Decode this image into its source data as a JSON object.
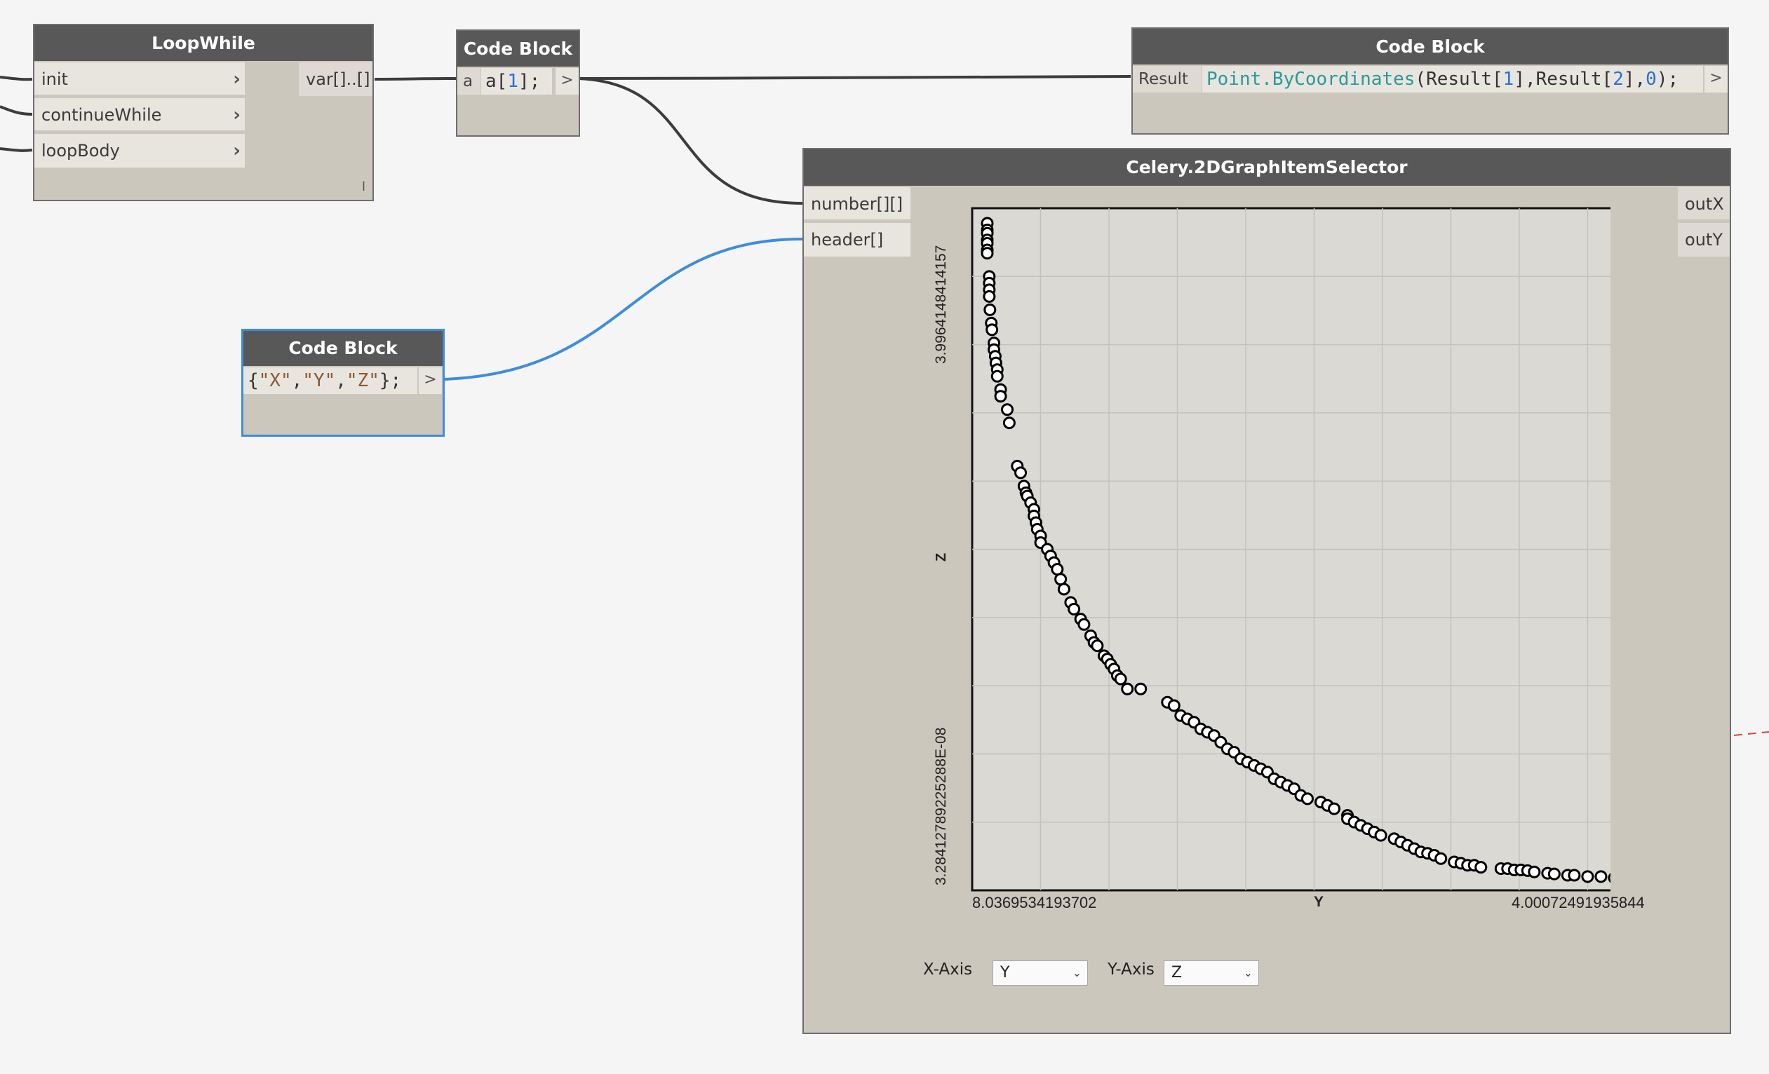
{
  "nodes": {
    "loopwhile": {
      "title": "LoopWhile",
      "inputs": [
        "init",
        "continueWhile",
        "loopBody"
      ],
      "output": "var[]..[]",
      "footer_mark": "l"
    },
    "code_a1": {
      "title": "Code Block",
      "input": "a",
      "code_prefix": "a[",
      "code_num": "1",
      "code_suffix": "];",
      "output": ">"
    },
    "code_point": {
      "title": "Code Block",
      "input": "Result",
      "code_kw": "Point.ByCoordinates",
      "code_p1": "(Result[",
      "code_n1": "1",
      "code_p2": "],Result[",
      "code_n2": "2",
      "code_p3": "],",
      "code_n3": "0",
      "code_p4": ");",
      "output": ">"
    },
    "code_xyz": {
      "title": "Code Block",
      "code_open": "{",
      "code_s1": "\"X\"",
      "code_c1": ",",
      "code_s2": "\"Y\"",
      "code_c2": ",",
      "code_s3": "\"Z\"",
      "code_close": "};",
      "output": ">"
    },
    "graph": {
      "title": "Celery.2DGraphItemSelector",
      "inputs": [
        "number[][]",
        "header[]"
      ],
      "outputs": [
        "outX",
        "outY"
      ],
      "x_axis_label": "X-Axis",
      "y_axis_label": "Y-Axis",
      "x_axis_value": "Y",
      "y_axis_value": "Z"
    }
  },
  "chart_data": {
    "type": "scatter",
    "xlabel": "Y",
    "ylabel": "Z",
    "x_min_label": "8.0369534193702",
    "x_max_label": "4.00072491935844",
    "y_max_label": "3.9964148414157",
    "y_min_label": "3.28412789225288E-08",
    "xlim": [
      0,
      100
    ],
    "ylim": [
      0,
      100
    ],
    "grid": true,
    "highlight_color": "#f5a300",
    "points": [
      [
        1,
        99
      ],
      [
        1,
        98
      ],
      [
        1,
        97.5
      ],
      [
        1,
        96.5
      ],
      [
        1,
        96
      ],
      [
        1,
        95
      ],
      [
        1,
        94.5
      ],
      [
        1.3,
        91
      ],
      [
        1.3,
        90
      ],
      [
        1.3,
        89
      ],
      [
        1.3,
        88
      ],
      [
        1.4,
        86
      ],
      [
        1.6,
        84
      ],
      [
        1.7,
        83
      ],
      [
        2,
        81
      ],
      [
        2,
        80
      ],
      [
        2.2,
        79
      ],
      [
        2.3,
        78
      ],
      [
        2.5,
        77
      ],
      [
        2.5,
        76
      ],
      [
        3,
        74
      ],
      [
        3,
        73
      ],
      [
        4,
        71
      ],
      [
        4.3,
        69
      ],
      [
        5.5,
        62.5
      ],
      [
        6,
        61.5
      ],
      [
        6.5,
        59.5
      ],
      [
        6.8,
        58.5
      ],
      [
        7,
        58
      ],
      [
        7.5,
        57
      ],
      [
        8,
        56
      ],
      [
        8,
        55
      ],
      [
        8.3,
        54
      ],
      [
        8.5,
        53
      ],
      [
        9,
        52
      ],
      [
        9,
        51
      ],
      [
        10,
        50
      ],
      [
        10.5,
        49
      ],
      [
        11,
        48
      ],
      [
        11.5,
        47
      ],
      [
        12,
        45.5
      ],
      [
        12.5,
        44
      ],
      [
        13.5,
        42
      ],
      [
        14,
        41
      ],
      [
        15,
        39.5
      ],
      [
        15.5,
        38.7
      ],
      [
        16.5,
        37
      ],
      [
        17,
        36
      ],
      [
        17.5,
        35.5
      ],
      [
        18.5,
        34
      ],
      [
        19,
        33.5
      ],
      [
        19.5,
        32.7
      ],
      [
        20,
        32
      ],
      [
        20.5,
        31
      ],
      [
        21,
        30.5
      ],
      [
        22,
        29
      ],
      [
        24,
        29
      ],
      [
        28,
        27
      ],
      [
        29,
        26.5
      ],
      [
        30,
        25
      ],
      [
        31,
        24.5
      ],
      [
        32,
        24
      ],
      [
        33,
        23
      ],
      [
        34,
        22.5
      ],
      [
        35,
        22
      ],
      [
        36,
        21
      ],
      [
        37,
        20
      ],
      [
        38,
        19.5
      ],
      [
        39,
        18.5
      ],
      [
        40,
        18
      ],
      [
        41,
        17.5
      ],
      [
        42,
        17
      ],
      [
        43,
        16.5
      ],
      [
        44,
        15.5
      ],
      [
        45,
        15
      ],
      [
        46,
        14.5
      ],
      [
        47,
        14
      ],
      [
        48,
        13
      ],
      [
        49,
        12.5
      ],
      [
        51,
        12
      ],
      [
        52,
        11.5
      ],
      [
        53,
        11
      ],
      [
        55,
        10
      ],
      [
        55,
        9.5
      ],
      [
        56,
        9
      ],
      [
        57,
        8.5
      ],
      [
        58,
        8
      ],
      [
        59,
        7.5
      ],
      [
        60,
        7
      ],
      [
        62,
        6.5
      ],
      [
        63,
        6
      ],
      [
        64,
        5.5
      ],
      [
        65,
        5
      ],
      [
        66,
        4.5
      ],
      [
        67,
        4.3
      ],
      [
        68,
        4
      ],
      [
        69,
        3.5
      ],
      [
        71,
        3
      ],
      [
        72,
        2.8
      ],
      [
        73,
        2.5
      ],
      [
        74,
        2.5
      ],
      [
        75,
        2.2
      ],
      [
        78,
        2
      ],
      [
        79,
        2
      ],
      [
        80,
        1.8
      ],
      [
        81,
        1.8
      ],
      [
        82,
        1.7
      ],
      [
        83,
        1.5
      ],
      [
        85,
        1.3
      ],
      [
        86,
        1.2
      ],
      [
        88,
        1
      ],
      [
        89,
        1
      ],
      [
        91,
        0.8
      ],
      [
        93,
        0.8
      ],
      [
        95,
        0.6
      ],
      [
        96,
        0.5
      ],
      [
        98,
        0.5
      ]
    ],
    "highlight_point": [
      99.2,
      0.3
    ]
  }
}
